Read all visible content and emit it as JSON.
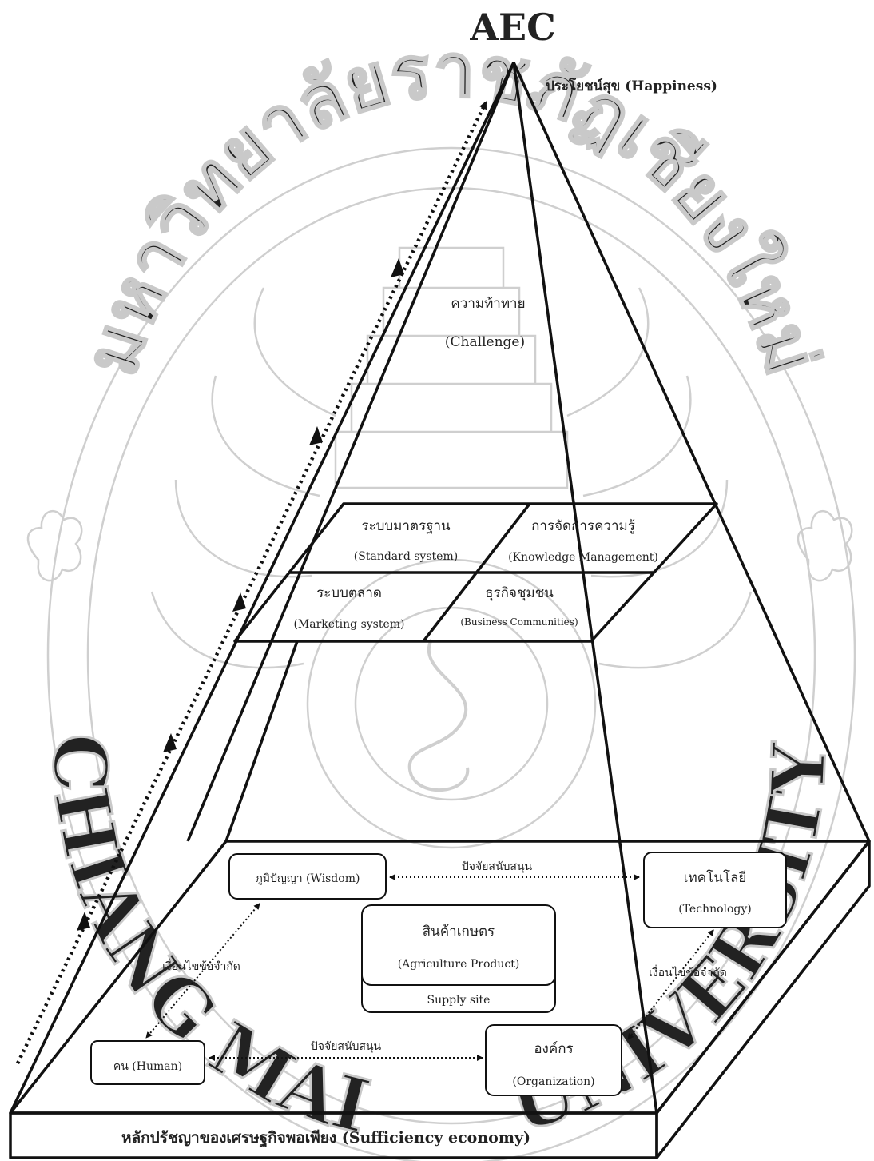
{
  "title": "AEC",
  "apex_label": "ประโยชน์สุข (Happiness)",
  "challenge": {
    "th": "ความท้าทาย",
    "en": "(Challenge)"
  },
  "middle": {
    "standard": {
      "th": "ระบบมาตรฐาน",
      "en": "(Standard system)"
    },
    "knowledge": {
      "th": "การจัดการความรู้",
      "en": "(Knowledge Management)"
    },
    "marketing": {
      "th": "ระบบตลาด",
      "en": "(Marketing system)"
    },
    "business": {
      "th": "ธุรกิจชุมชน",
      "en": "(Business Communities)"
    }
  },
  "base": {
    "wisdom": "ภูมิปัญญา (Wisdom)",
    "technology": {
      "th": "เทคโนโลยี",
      "en": "(Technology)"
    },
    "product": {
      "th": "สินค้าเกษตร",
      "en": "(Agriculture Product)"
    },
    "supply": "Supply site",
    "human": "คน (Human)",
    "organization": {
      "th": "องค์กร",
      "en": "(Organization)"
    },
    "support_top": "ปัจจัยสนับสนุน",
    "support_bottom": "ปัจจัยสนับสนุน",
    "constraint_left": "เงื่อนไขข้อจำกัด",
    "constraint_right": "เงื่อนไขข้อจำกัด"
  },
  "footer": "หลักปรัชญาของเศรษฐกิจพอเพียง (Sufficiency economy)",
  "watermark": {
    "top": "มหาวิทยาลัยราชภัฏเชียงใหม่",
    "bottom_left": "CHIANG MAI",
    "bottom_right": "UNIVERSITY"
  }
}
